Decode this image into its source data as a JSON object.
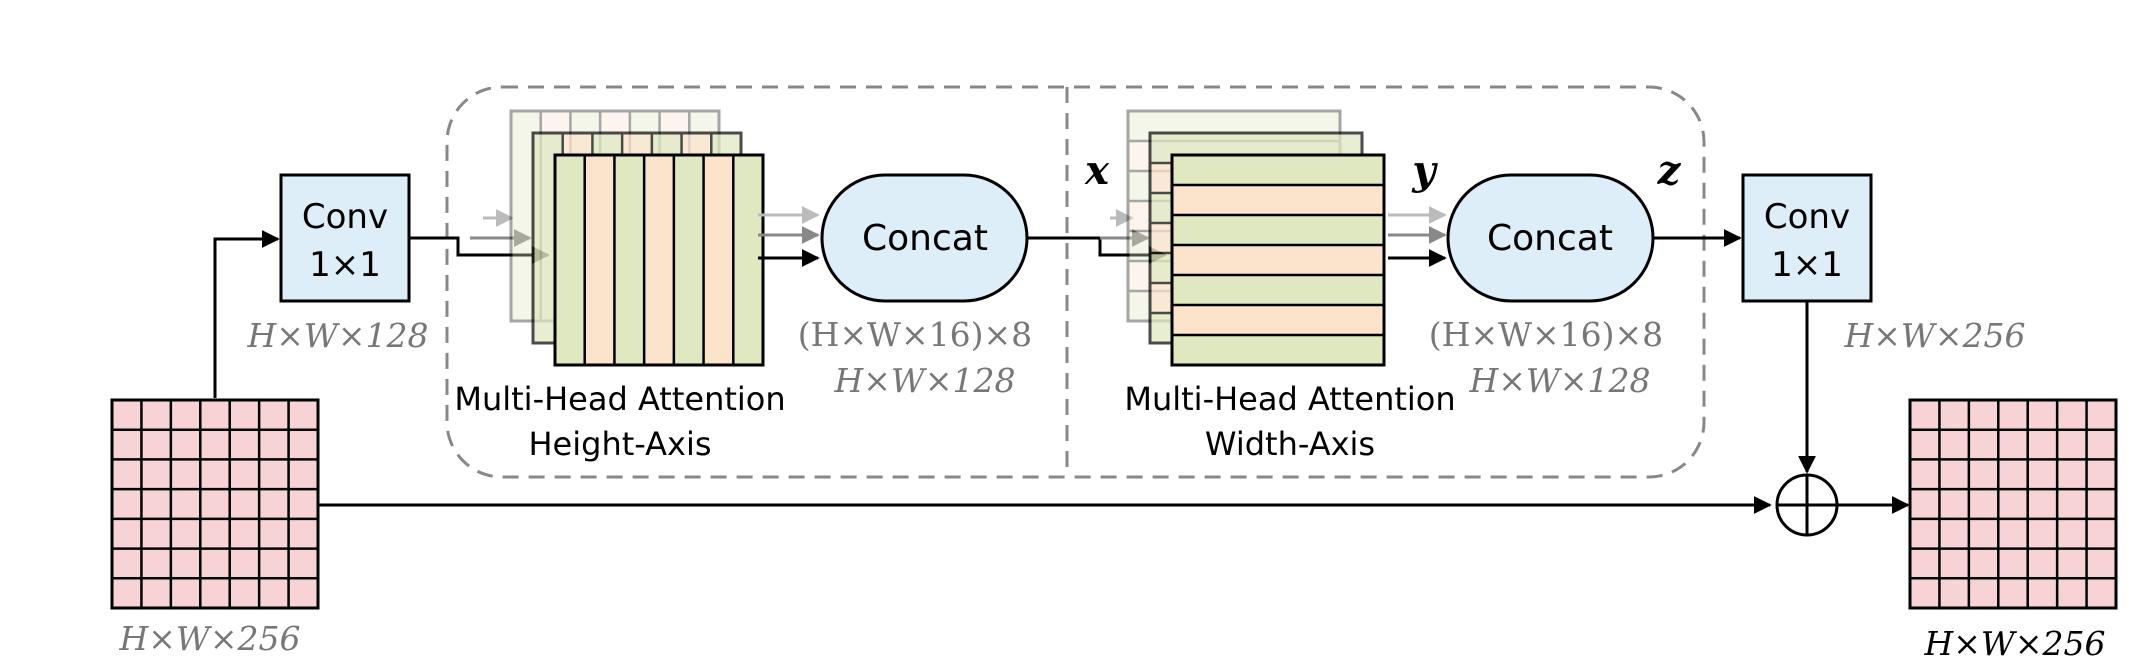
{
  "input_tensor": {
    "label": "H×W×256"
  },
  "output_tensor": {
    "label": "H×W×256"
  },
  "conv_in": {
    "line1": "Conv",
    "line2": "1×1",
    "out_dim": "H×W×128"
  },
  "conv_out": {
    "line1": "Conv",
    "line2": "1×1",
    "out_dim": "H×W×256"
  },
  "height_block": {
    "title_line1": "Multi-Head Attention",
    "title_line2": "Height-Axis",
    "concat_label": "Concat",
    "dim_line1": "(H×W×16)×8",
    "dim_line2": "H×W×128"
  },
  "width_block": {
    "title_line1": "Multi-Head Attention",
    "title_line2": "Width-Axis",
    "concat_label": "Concat",
    "dim_line1": "(H×W×16)×8",
    "dim_line2": "H×W×128"
  },
  "variables": {
    "x": "x",
    "y": "y",
    "z": "z"
  },
  "colors": {
    "tensor_pink": "#f8d3d6",
    "conv_blue": "#ddeef8",
    "attn_green": "#dfe8c0",
    "attn_peach": "#fbe3cc",
    "dim_gray": "#777777",
    "dash_gray": "#888888"
  }
}
